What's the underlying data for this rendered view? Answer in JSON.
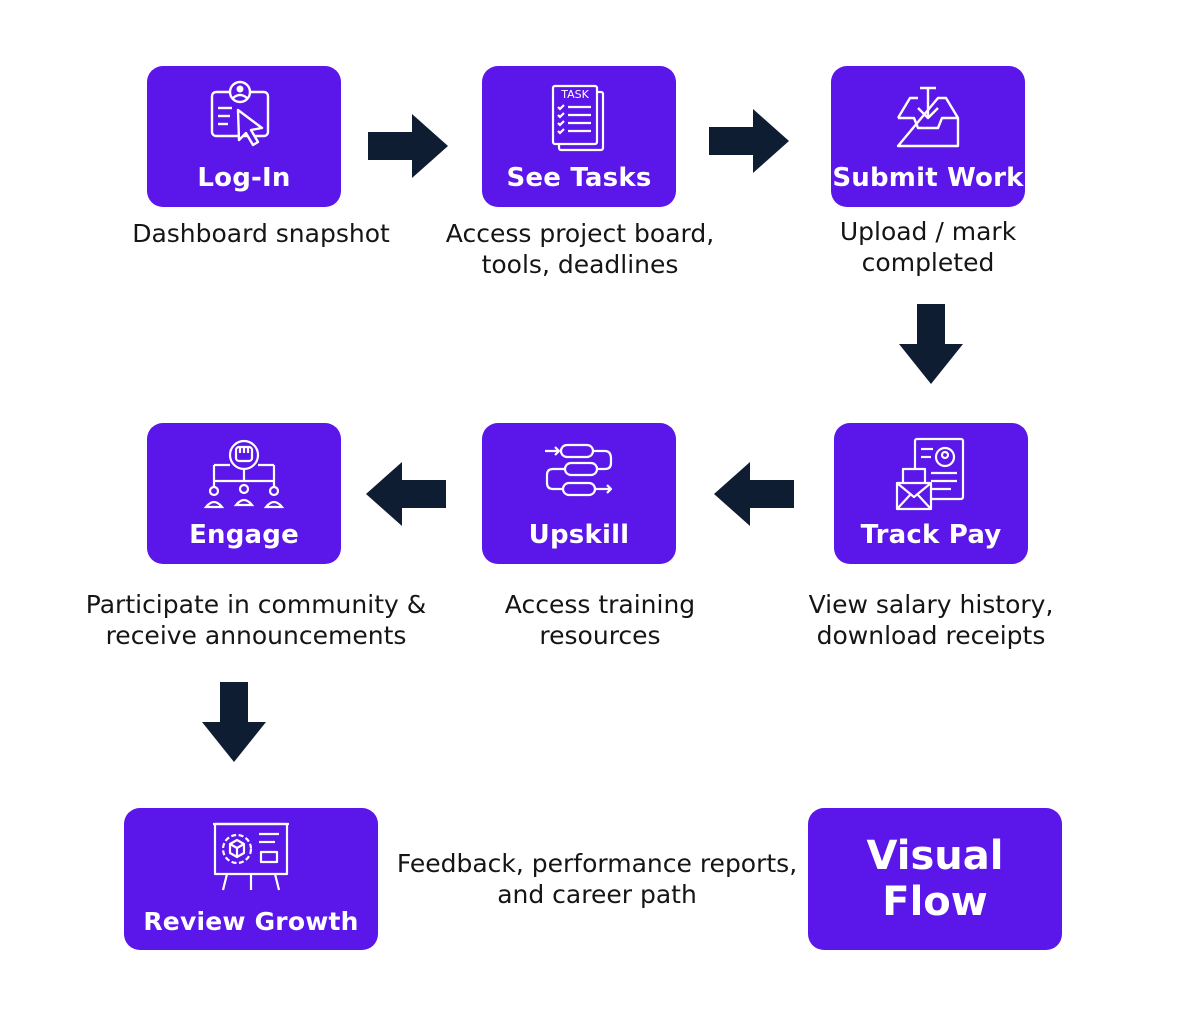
{
  "colors": {
    "box": "#5b16ea",
    "arrow": "#0f1d33",
    "text": "#151515"
  },
  "steps": {
    "login": {
      "label": "Log-In",
      "icon": "user-card-cursor-icon",
      "caption": [
        "Dashboard snapshot"
      ]
    },
    "tasks": {
      "label": "See Tasks",
      "icon": "task-list-icon",
      "icon_text": "TASK",
      "caption": [
        "Access project board,",
        "tools, deadlines"
      ]
    },
    "submit": {
      "label": "Submit Work",
      "icon": "inbox-download-icon",
      "caption": [
        "Upload / mark",
        "completed"
      ]
    },
    "pay": {
      "label": "Track Pay",
      "icon": "payslip-envelope-icon",
      "caption": [
        "View salary history,",
        "download receipts"
      ]
    },
    "upskill": {
      "label": "Upskill",
      "icon": "workflow-icon",
      "caption": [
        "Access training",
        "resources"
      ]
    },
    "engage": {
      "label": "Engage",
      "icon": "community-fist-icon",
      "caption": [
        "Participate in community &",
        "receive announcements"
      ]
    },
    "growth": {
      "label": "Review Growth",
      "icon": "presentation-board-icon",
      "caption": [
        "Feedback, performance reports,",
        "and career path"
      ]
    }
  },
  "badge": {
    "label": "Visual Flow"
  }
}
